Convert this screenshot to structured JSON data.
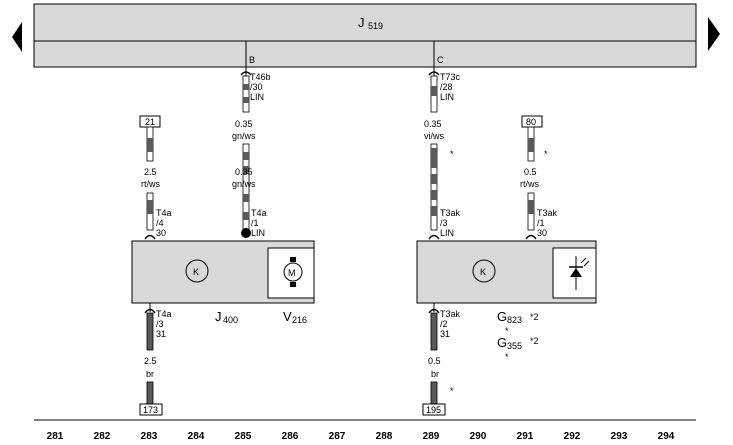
{
  "header": {
    "control_unit_main": "J",
    "control_unit_sub": "519",
    "pin_b": "B",
    "pin_c": "C"
  },
  "connectors": {
    "t46b": {
      "line1": "T46b",
      "line2": "/30",
      "line3": "LIN"
    },
    "t73c": {
      "line1": "T73c",
      "line2": "/28",
      "line3": "LIN"
    },
    "t4a_4": {
      "line1": "T4a",
      "line2": "/4",
      "line3": "30"
    },
    "t4a_1": {
      "line1": "T4a",
      "line2": "/1",
      "line3": "LIN"
    },
    "t3ak_3": {
      "line1": "T3ak",
      "line2": "/3",
      "line3": "LIN"
    },
    "t3ak_1": {
      "line1": "T3ak",
      "line2": "/1",
      "line3": "30"
    },
    "t4a_3": {
      "line1": "T4a",
      "line2": "/3",
      "line3": "31"
    },
    "t3ak_2": {
      "line1": "T3ak",
      "line2": "/2",
      "line3": "31"
    }
  },
  "wires": {
    "w285_top": {
      "size": "0.35",
      "color": "gn/ws"
    },
    "w285_bot": {
      "size": "0.35",
      "color": "gn/ws"
    },
    "w289_top": {
      "size": "0.35",
      "color": "vi/ws"
    },
    "w283": {
      "size": "2.5",
      "color": "rt/ws"
    },
    "w291": {
      "size": "0.5",
      "color": "rt/ws"
    },
    "w283_gnd": {
      "size": "2.5",
      "color": "br"
    },
    "w289_gnd": {
      "size": "0.5",
      "color": "br"
    }
  },
  "refs": {
    "ref21": "21",
    "ref80": "80",
    "ref173": "173",
    "ref195": "195"
  },
  "components": {
    "j400": {
      "main": "J",
      "sub": "400"
    },
    "v216": {
      "main": "V",
      "sub": "216"
    },
    "g823": {
      "main": "G",
      "sub": "823",
      "note": "*2"
    },
    "g355": {
      "main": "G",
      "sub": "355",
      "note": "*2"
    },
    "motor_symbol": "M",
    "controller_symbol_left": "K",
    "controller_symbol_right": "K"
  },
  "asterisks": {
    "a289": "*",
    "a291": "*",
    "a_g823": "*",
    "a_g355": "*",
    "a_ground": "*"
  },
  "grid_numbers": [
    "281",
    "282",
    "283",
    "284",
    "285",
    "286",
    "287",
    "288",
    "289",
    "290",
    "291",
    "292",
    "293",
    "294"
  ],
  "colors": {
    "panel_fill": "#d9d9d9",
    "wire_dark": "#5a5a5a",
    "wire_light": "#ffffff",
    "line": "#000000"
  }
}
